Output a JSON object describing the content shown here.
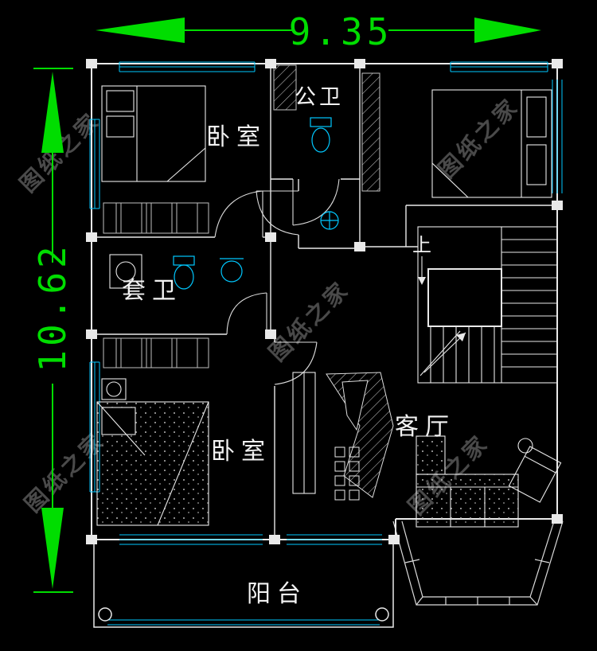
{
  "dimensions": {
    "width": "9.35",
    "height": "10.62"
  },
  "rooms": {
    "bedroom_top": "卧室",
    "public_bath": "公卫",
    "ensuite_bath": "套卫",
    "bedroom_bottom": "卧室",
    "living_room": "客厅",
    "balcony": "阳台",
    "stairs_up": "上"
  },
  "watermark": {
    "text": "图纸之家"
  },
  "colors": {
    "background": "#000000",
    "dimension_green": "#00dd00",
    "wall_white": "#e9e9e9",
    "fixture_cyan": "#00c8ff",
    "watermark_gray": "#4f4f4f"
  }
}
